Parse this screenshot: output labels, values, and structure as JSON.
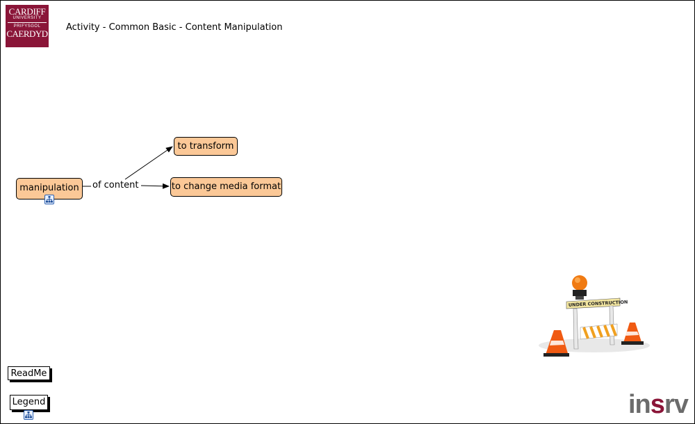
{
  "header": {
    "title": "Activity - Common Basic - Content Manipulation",
    "logo": {
      "line1": "CARDIFF",
      "line2": "UNIVERSITY",
      "line3": "PRIFYSGOL",
      "line4": "CAERDYD",
      "color": "#8a1538"
    }
  },
  "concept_map": {
    "nodes": {
      "manipulation": "manipulation",
      "to_transform": "to transform",
      "to_change_media_format": "to change media format"
    },
    "link_label": "of content",
    "node_color": "#fbc897"
  },
  "buttons": {
    "readme": "ReadMe",
    "legend": "Legend"
  },
  "brand": {
    "prefix": "in",
    "mid": "s",
    "suffix": "rv"
  },
  "illustration": "under-construction",
  "illustration_text": "UNDER CONSTRUCTION"
}
